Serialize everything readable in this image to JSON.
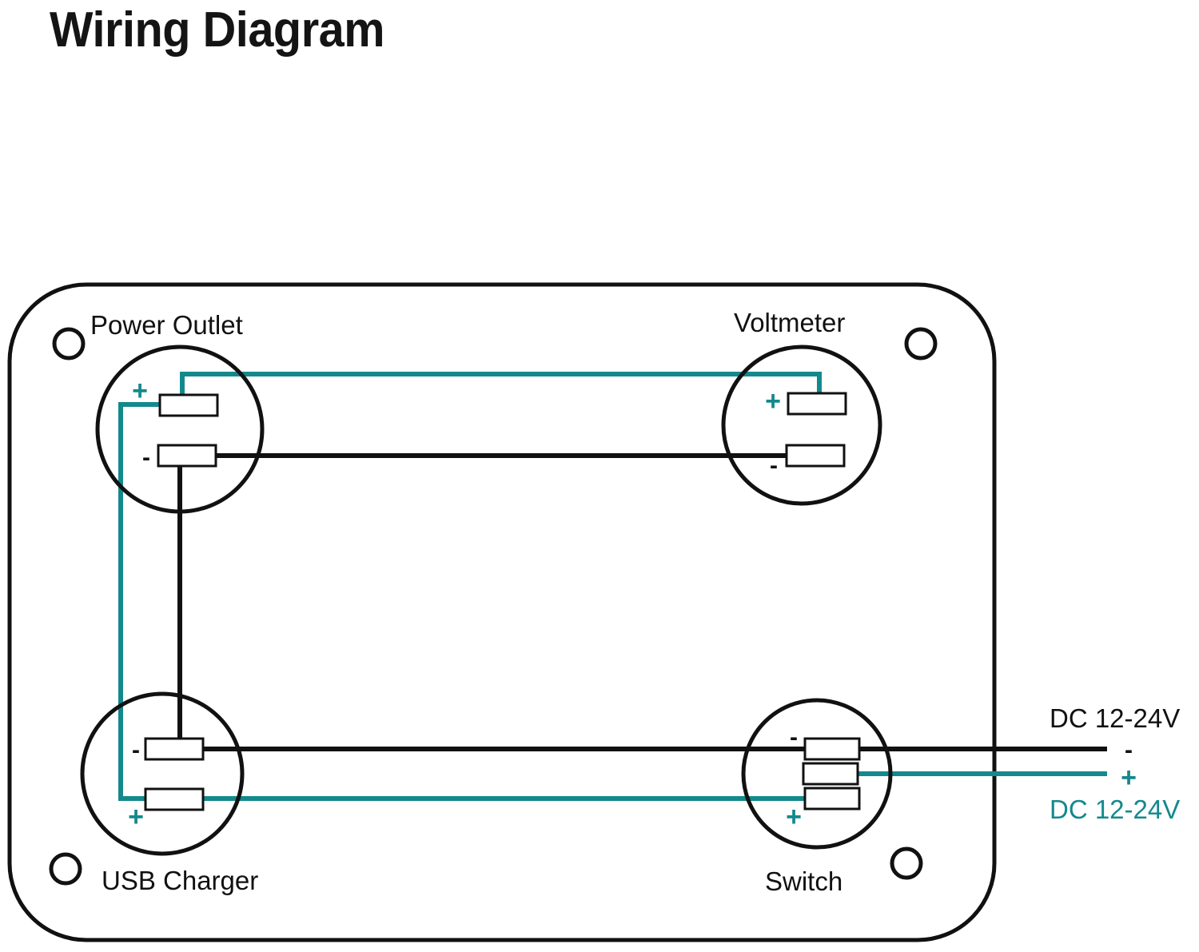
{
  "title": "Wiring Diagram",
  "colors": {
    "positive_wire": "#14898c",
    "negative_wire": "#111111",
    "panel_outline": "#111111",
    "background": "#ffffff",
    "text": "#111111"
  },
  "panel": {
    "name": "mounting-panel",
    "mounting_holes": 4
  },
  "components": [
    {
      "id": "power-outlet",
      "label": "Power Outlet",
      "terminals": [
        {
          "id": "power-outlet-positive",
          "polarity": "+"
        },
        {
          "id": "power-outlet-negative",
          "polarity": "-"
        }
      ]
    },
    {
      "id": "voltmeter",
      "label": "Voltmeter",
      "terminals": [
        {
          "id": "voltmeter-positive",
          "polarity": "+"
        },
        {
          "id": "voltmeter-negative",
          "polarity": "-"
        }
      ]
    },
    {
      "id": "usb-charger",
      "label": "USB Charger",
      "terminals": [
        {
          "id": "usb-charger-negative",
          "polarity": "-"
        },
        {
          "id": "usb-charger-positive",
          "polarity": "+"
        }
      ]
    },
    {
      "id": "switch",
      "label": "Switch",
      "terminals": [
        {
          "id": "switch-negative",
          "polarity": "-"
        },
        {
          "id": "switch-middle",
          "polarity": ""
        },
        {
          "id": "switch-positive",
          "polarity": "+"
        }
      ]
    }
  ],
  "supply": {
    "negative_label": "DC 12-24V",
    "negative_polarity": "-",
    "positive_label": "DC 12-24V",
    "positive_polarity": "+"
  }
}
